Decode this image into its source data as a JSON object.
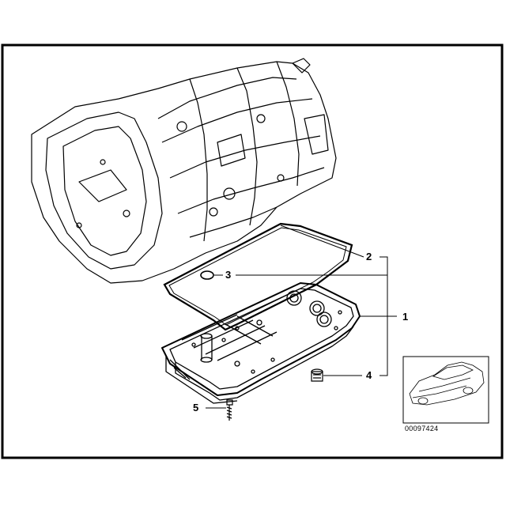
{
  "diagram": {
    "callouts": [
      {
        "id": "1",
        "label": "1"
      },
      {
        "id": "2",
        "label": "2"
      },
      {
        "id": "3",
        "label": "3"
      },
      {
        "id": "4",
        "label": "4"
      },
      {
        "id": "5",
        "label": "5"
      }
    ],
    "thumbnail": {
      "catalog_number": "00097424"
    },
    "colors": {
      "line": "#000000",
      "background": "#ffffff"
    }
  }
}
